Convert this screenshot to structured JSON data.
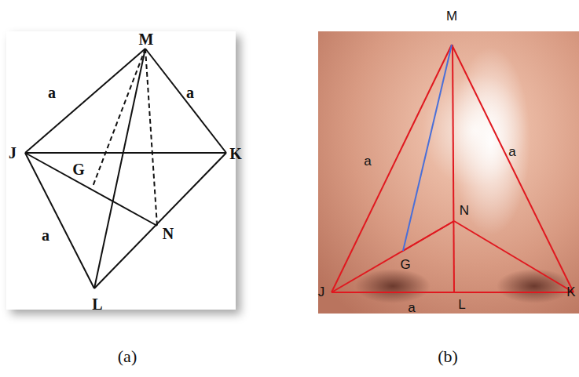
{
  "diagram": {
    "labels": [
      "M",
      "a",
      "a",
      "J",
      "K",
      "G",
      "a",
      "N",
      "L",
      "M",
      "a",
      "a",
      "N",
      "G",
      "J",
      "a",
      "L",
      "K",
      "(a)",
      "(b)"
    ]
  }
}
